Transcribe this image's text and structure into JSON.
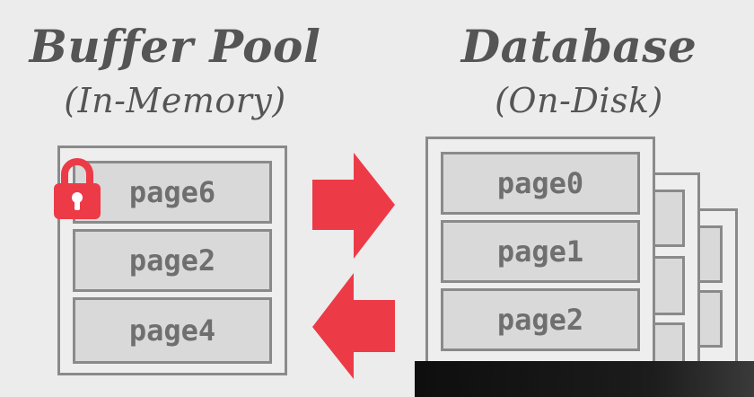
{
  "buffer_pool": {
    "title": "Buffer Pool",
    "subtitle": "(In-Memory)",
    "pages": [
      {
        "label": "page6",
        "locked": true
      },
      {
        "label": "page2",
        "locked": false
      },
      {
        "label": "page4",
        "locked": false
      }
    ]
  },
  "database": {
    "title": "Database",
    "subtitle": "(On-Disk)",
    "pages": [
      {
        "label": "page0"
      },
      {
        "label": "page1"
      },
      {
        "label": "page2"
      }
    ]
  },
  "colors": {
    "arrow": "#ec3b47",
    "lock": "#ec3b47",
    "frame_border": "#8a8a8a",
    "page_fill": "#d9d9d9",
    "title_text": "#555555"
  },
  "icons": {
    "lock": "lock-icon",
    "arrow_right": "arrow-right-icon",
    "arrow_left": "arrow-left-icon"
  }
}
